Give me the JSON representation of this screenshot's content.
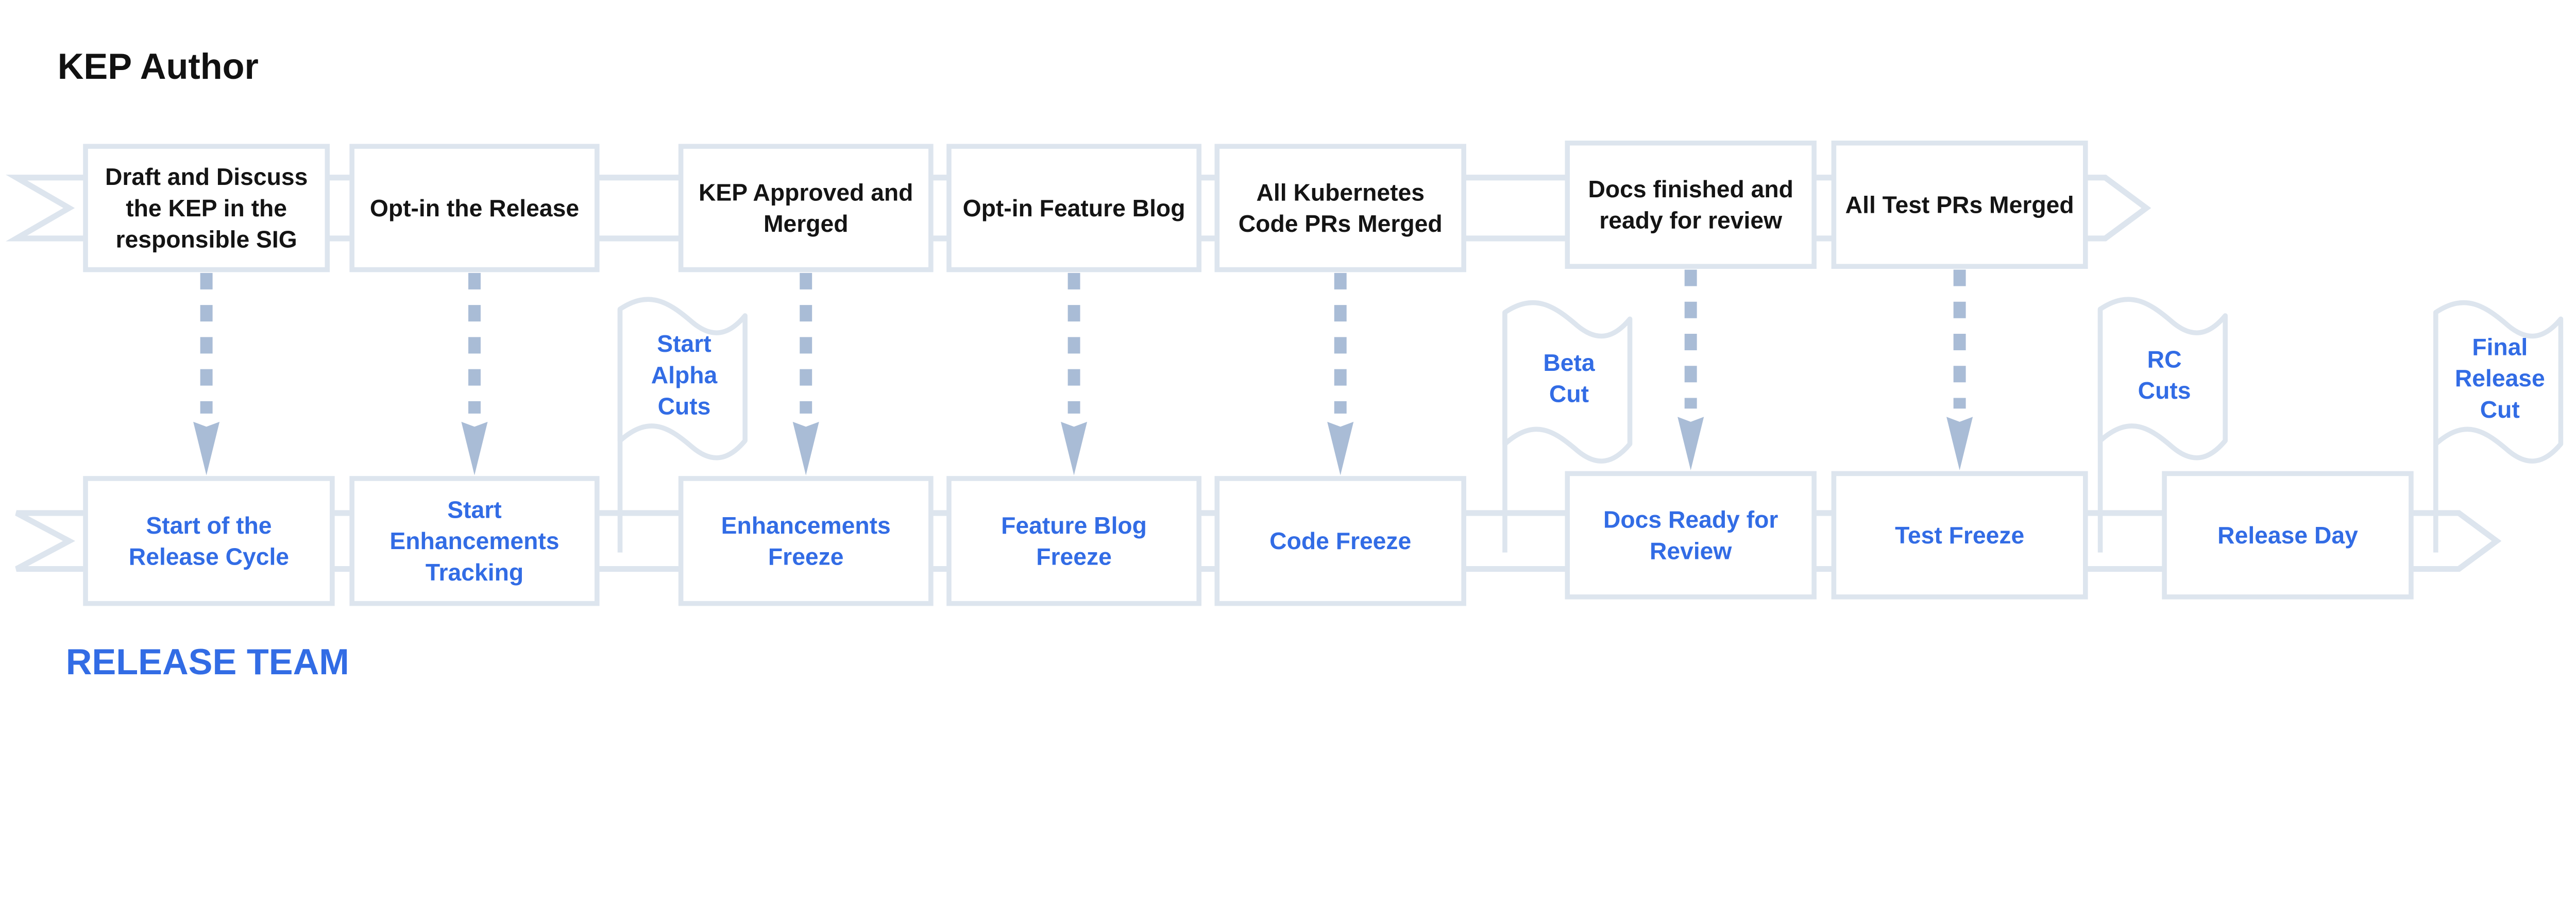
{
  "kep_author": {
    "title": "KEP Author",
    "steps": [
      {
        "lines": [
          "Draft and Discuss",
          "the KEP in the",
          "responsible SIG"
        ]
      },
      {
        "lines": [
          "Opt-in the Release"
        ]
      },
      {
        "lines": [
          "KEP Approved and",
          "Merged"
        ]
      },
      {
        "lines": [
          "Opt-in Feature Blog"
        ]
      },
      {
        "lines": [
          "All Kubernetes",
          "Code PRs Merged"
        ]
      },
      {
        "lines": [
          "Docs finished and",
          "ready for review"
        ]
      },
      {
        "lines": [
          "All Test PRs Merged"
        ]
      }
    ]
  },
  "release_team": {
    "title": "RELEASE TEAM",
    "milestones": [
      {
        "lines": [
          "Start of the",
          "Release Cycle"
        ]
      },
      {
        "lines": [
          "Start",
          "Enhancements",
          "Tracking"
        ]
      },
      {
        "lines": [
          "Enhancements",
          "Freeze"
        ]
      },
      {
        "lines": [
          "Feature Blog",
          "Freeze"
        ]
      },
      {
        "lines": [
          "Code Freeze"
        ]
      },
      {
        "lines": [
          "Docs Ready for",
          "Review"
        ]
      },
      {
        "lines": [
          "Test Freeze"
        ]
      },
      {
        "lines": [
          "Release Day"
        ]
      }
    ],
    "flags": [
      {
        "lines": [
          "Start",
          "Alpha",
          "Cuts"
        ]
      },
      {
        "lines": [
          "Beta",
          "Cut"
        ]
      },
      {
        "lines": [
          "RC",
          "Cuts"
        ]
      },
      {
        "lines": [
          "Final",
          "Release",
          "Cut"
        ]
      }
    ]
  },
  "colors": {
    "outline": "#dde5ee",
    "connector": "#a9bcd6",
    "accent_blue": "#326ce5",
    "text_dark": "#141414"
  }
}
